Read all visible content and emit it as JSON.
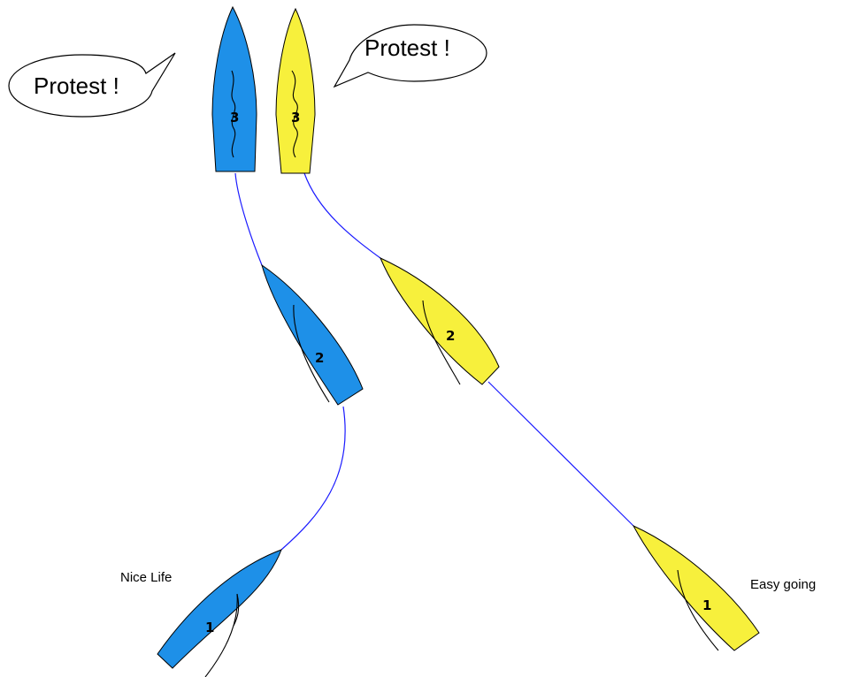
{
  "diagram": {
    "colors": {
      "blue_boat": "#1e90e8",
      "yellow_boat": "#f7f03c",
      "track": "#1a1aff"
    },
    "boats": {
      "blue": {
        "label": "Nice Life",
        "positions": [
          "1",
          "2",
          "3"
        ]
      },
      "yellow": {
        "label": "Easy going",
        "positions": [
          "1",
          "2",
          "3"
        ]
      }
    },
    "speech": {
      "blue": "Protest !",
      "yellow": "Protest !"
    }
  }
}
